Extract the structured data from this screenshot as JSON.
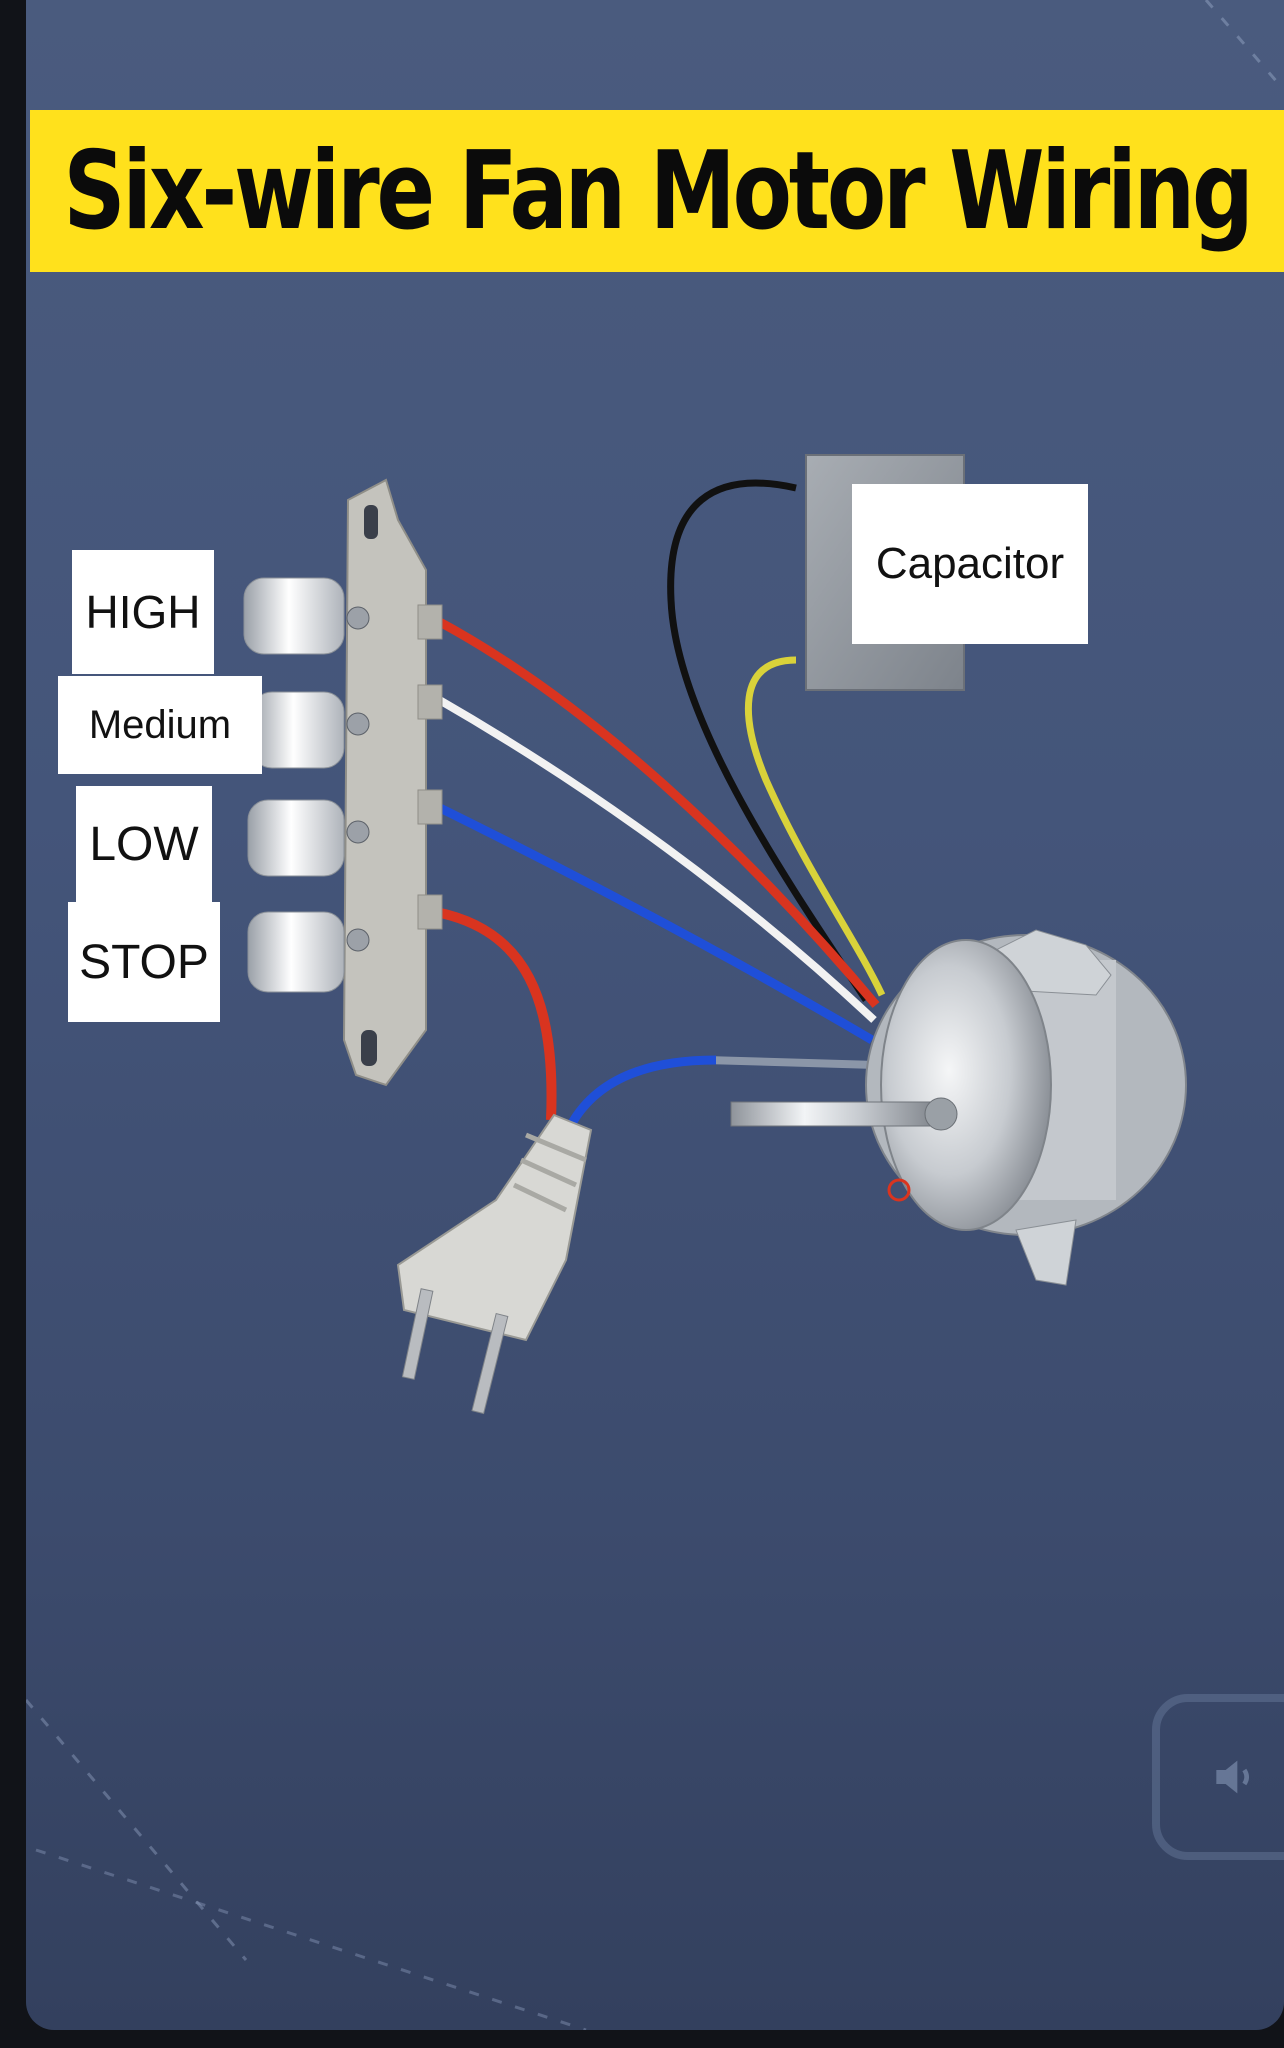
{
  "title": "Six-wire Fan Motor Wiring",
  "switch_labels": {
    "high": "HIGH",
    "medium": "Medium",
    "low": "LOW",
    "stop": "STOP"
  },
  "capacitor_label": "Capacitor",
  "icons": [
    "speaker-icon"
  ],
  "colors": {
    "banner": "#ffe11c",
    "background": "#44557a",
    "wire_red": "#d9341f",
    "wire_white": "#f2f2f2",
    "wire_blue": "#1f4fd8",
    "wire_yellow": "#d9d23a",
    "wire_black": "#111111",
    "wire_gray": "#8b96a8"
  }
}
